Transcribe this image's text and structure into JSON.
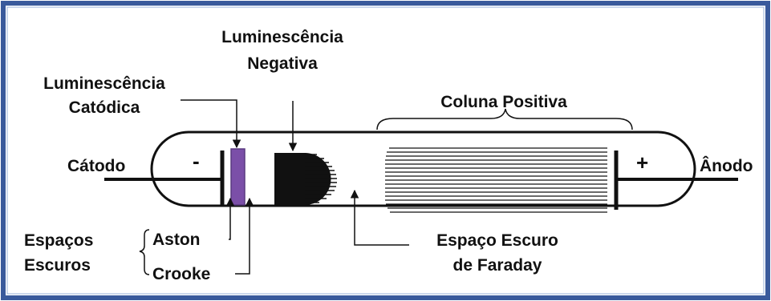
{
  "labels": {
    "negative_glow": [
      "Luminescência",
      "Negativa"
    ],
    "cathode_glow": [
      "Luminescência",
      "Catódica"
    ],
    "positive_column": "Coluna Positiva",
    "cathode": "Cátodo",
    "anode": "Ânodo",
    "minus": "-",
    "plus": "+",
    "dark_spaces": [
      "Espaços",
      "Escuros"
    ],
    "aston": "Aston",
    "crooke": "Crooke",
    "faraday_dark_space": [
      "Espaço Escuro",
      "de Faraday"
    ]
  },
  "colors": {
    "frame": "#3a5a9c",
    "cathode_glow": "#7b4fa8",
    "ink": "#111111",
    "background": "#ffffff"
  }
}
